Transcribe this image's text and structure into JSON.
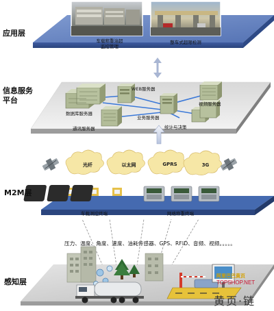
{
  "layers": {
    "application": "应用层",
    "info_service": "信息服务\n平台",
    "m2m": "M2M层",
    "perception": "感知层"
  },
  "application": {
    "photo1_caption": "车载称重治超\n监控管理",
    "photo2_caption": "整车式超限检测"
  },
  "servers": {
    "web": "WEB服务器",
    "database": "数据库服务器",
    "video": "视频服务器",
    "business": "业务服务器",
    "comm": "通讯服务器",
    "stats": "统计与决策"
  },
  "networks": [
    "光纤",
    "以太网",
    "GPRS",
    "3G"
  ],
  "terminals": {
    "vehicle": "车载测控终端",
    "weighing": "网络称重终端"
  },
  "sensors": "压力、温度、角度、速度、油耗传感器、GPS、RFID、音频、视频。。。。。",
  "watermark": {
    "url": "TOPSHOP.NET",
    "cn": "阿里巴巴黄页",
    "signature": "黄页·链"
  },
  "colors": {
    "platform": "#6f8bc4",
    "platform_dark": "#3d5aa0",
    "m2m_band": "#3a5b9e",
    "cloud": "#f6e7a6",
    "server": "#b9c3a4",
    "link": "#3a78d8"
  }
}
